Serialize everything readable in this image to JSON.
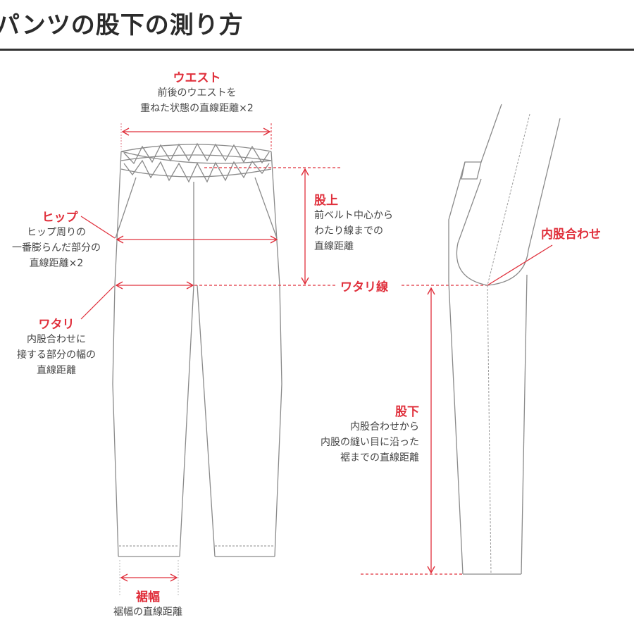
{
  "page": {
    "title": "パンツの股下の測り方"
  },
  "colors": {
    "accent_red": "#e0303c",
    "line_gray": "#8a8a8a",
    "text_dark": "#333333"
  },
  "annotations": {
    "waist": {
      "label": "ウエスト",
      "desc_line1": "前後のウエストを",
      "desc_line2": "重ねた状態の直線距離×2"
    },
    "hip": {
      "label": "ヒップ",
      "desc_line1": "ヒップ周りの",
      "desc_line2": "一番膨らんだ部分の",
      "desc_line3": "直線距離×2"
    },
    "thigh": {
      "label": "ワタリ",
      "desc_line1": "内股合わせに",
      "desc_line2": "接する部分の幅の",
      "desc_line3": "直線距離"
    },
    "rise": {
      "label": "股上",
      "desc_line1": "前ベルト中心から",
      "desc_line2": "わたり線までの",
      "desc_line3": "直線距離"
    },
    "thigh_line": {
      "label": "ワタリ線"
    },
    "crotch_point": {
      "label": "内股合わせ"
    },
    "inseam": {
      "label": "股下",
      "desc_line1": "内股合わせから",
      "desc_line2": "内股の縫い目に沿った",
      "desc_line3": "裾までの直線距離"
    },
    "hem_width": {
      "label": "裾幅",
      "desc_line1": "裾幅の直線距離"
    }
  }
}
